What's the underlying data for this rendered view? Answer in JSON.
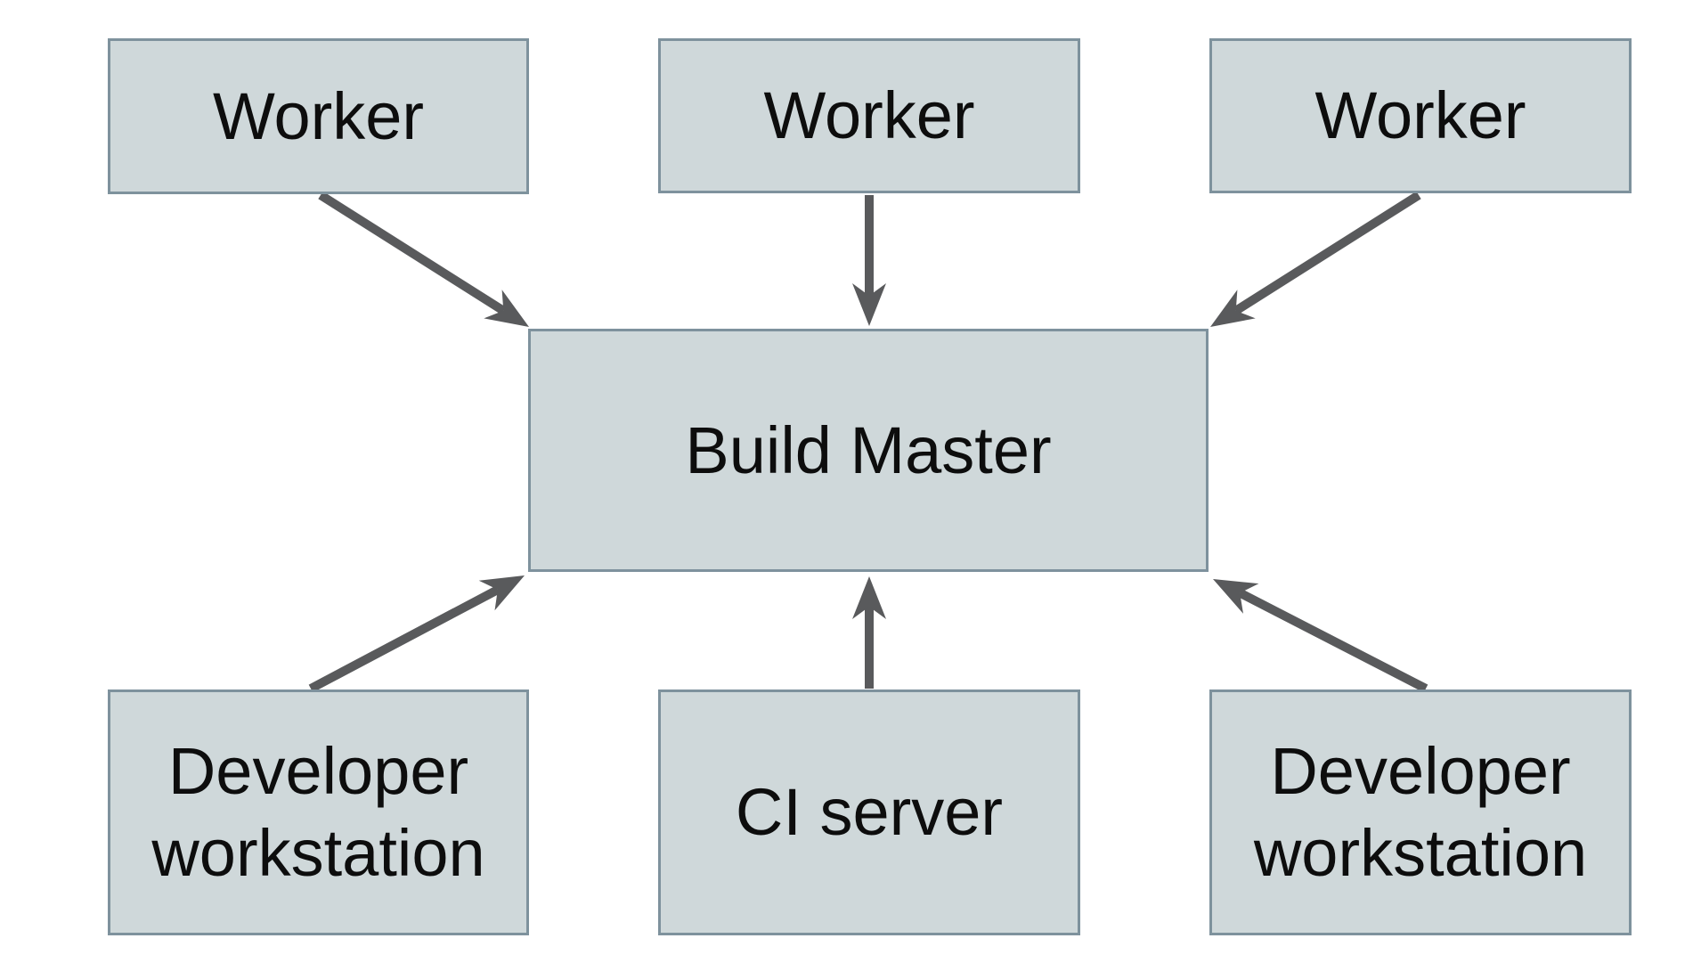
{
  "diagram": {
    "nodes": [
      {
        "id": "worker-1",
        "label": "Worker"
      },
      {
        "id": "worker-2",
        "label": "Worker"
      },
      {
        "id": "worker-3",
        "label": "Worker"
      },
      {
        "id": "build-master",
        "label": "Build Master"
      },
      {
        "id": "developer-workstation-1",
        "label": "Developer workstation"
      },
      {
        "id": "ci-server",
        "label": "CI server"
      },
      {
        "id": "developer-workstation-2",
        "label": "Developer workstation"
      }
    ],
    "edges": [
      {
        "from": "worker-1",
        "to": "build-master"
      },
      {
        "from": "worker-2",
        "to": "build-master"
      },
      {
        "from": "worker-3",
        "to": "build-master"
      },
      {
        "from": "developer-workstation-1",
        "to": "build-master"
      },
      {
        "from": "ci-server",
        "to": "build-master"
      },
      {
        "from": "developer-workstation-2",
        "to": "build-master"
      }
    ],
    "colors": {
      "background": "#ffffff",
      "node_fill": "#cfd8da",
      "node_border": "#7e929d",
      "arrow": "#595a5c",
      "text": "#0d0d0d"
    }
  }
}
